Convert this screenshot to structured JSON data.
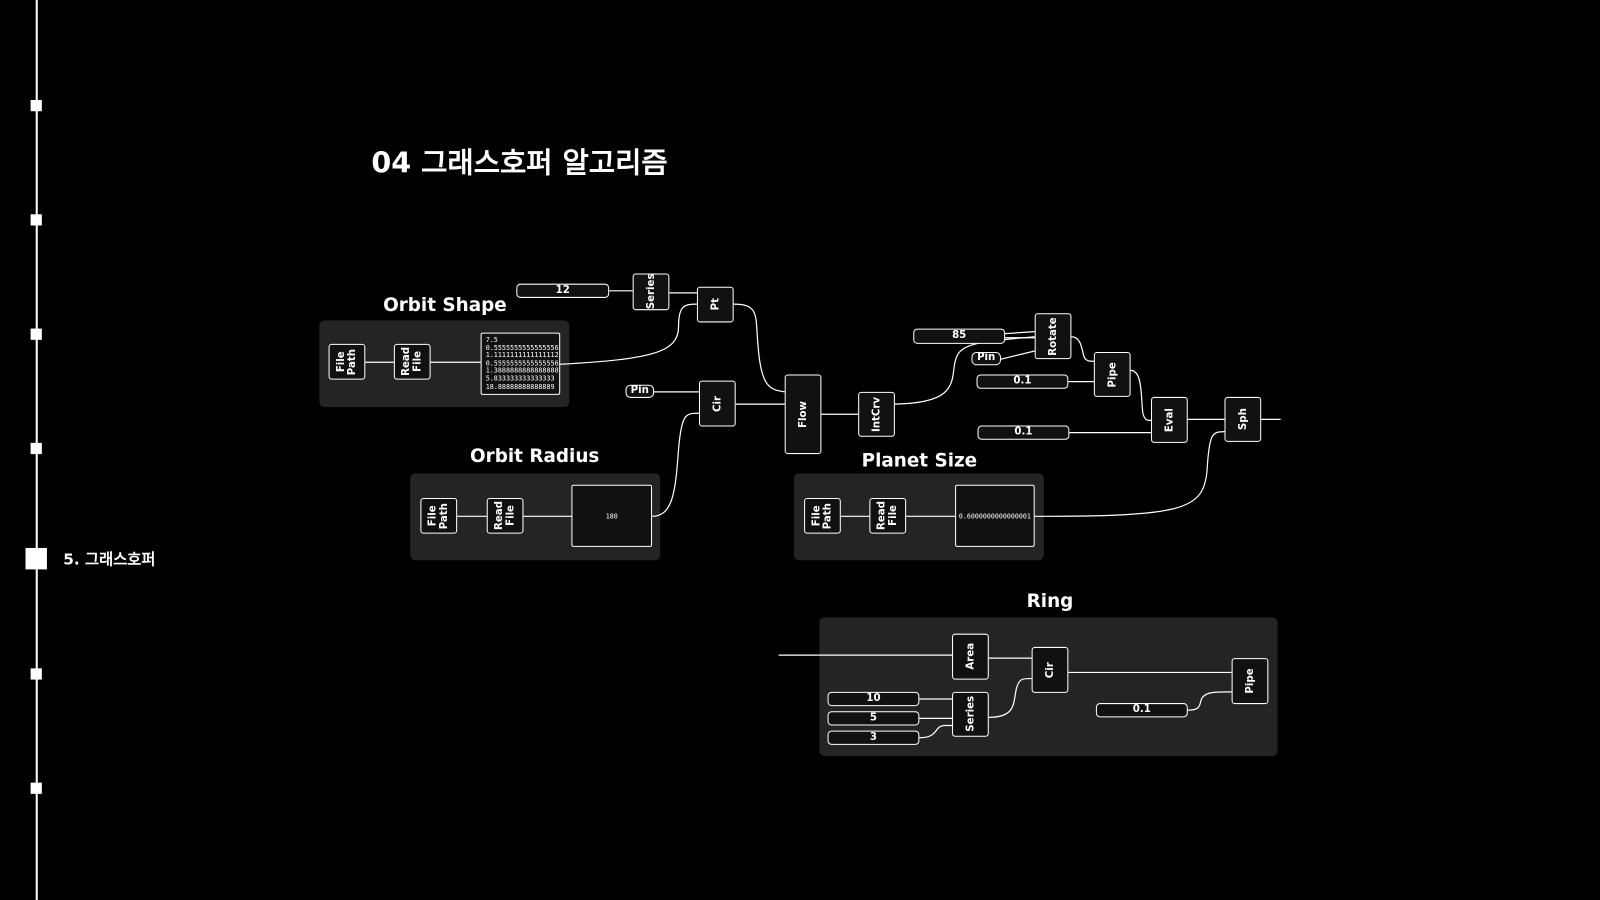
{
  "nav": {
    "active_label": "5. 그래스호퍼"
  },
  "title": "04 그래스호퍼 알고리즘",
  "groups": {
    "orbit_shape": {
      "title": "Orbit Shape",
      "file_path": "File\nPath",
      "read_file": "Read\nFile",
      "values": [
        "7.5",
        "0.5555555555555556",
        "1.1111111111111112",
        "0.5555555555555556",
        "1.3888888888888888",
        "5.833333333333333",
        "18.88888888888889"
      ]
    },
    "orbit_radius": {
      "title": "Orbit Radius",
      "file_path": "File\nPath",
      "read_file": "Read\nFile",
      "value": "180"
    },
    "planet_size": {
      "title": "Planet Size",
      "file_path": "File\nPath",
      "read_file": "Read\nFile",
      "value": "0.6000000000000001"
    },
    "ring": {
      "title": "Ring",
      "area": "Area",
      "cir": "Cir",
      "pipe": "Pipe",
      "series": "Series",
      "slider_10": "10",
      "slider_5": "5",
      "slider_3": "3",
      "slider_pipe": "0.1"
    }
  },
  "nodes": {
    "slider_12": "12",
    "series": "Series",
    "pt": "Pt",
    "pin1": "Pin",
    "cir": "Cir",
    "flow": "Flow",
    "intcrv": "IntCrv",
    "slider_85": "85",
    "pin2": "Pin",
    "rotate": "Rotate",
    "slider_01a": "0.1",
    "pipe": "Pipe",
    "eval": "Eval",
    "slider_01b": "0.1",
    "sph": "Sph"
  }
}
